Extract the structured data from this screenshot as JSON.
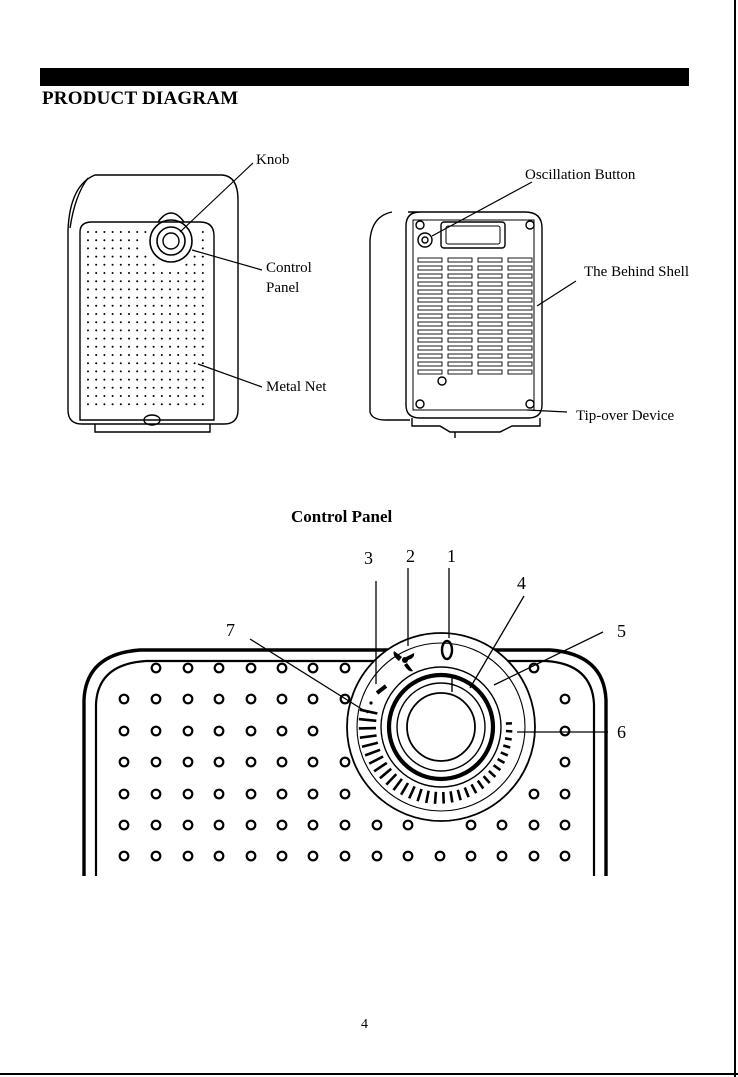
{
  "section_title": "PRODUCT DIAGRAM",
  "front_labels": {
    "knob": "Knob",
    "control_panel_line1": "Control",
    "control_panel_line2": "Panel",
    "metal_net": "Metal Net"
  },
  "back_labels": {
    "oscillation_button": "Oscillation Button",
    "behind_shell": "The Behind Shell",
    "tip_over_device": "Tip-over Device"
  },
  "control_panel": {
    "title": "Control Panel",
    "callouts": [
      "1",
      "2",
      "3",
      "4",
      "5",
      "6",
      "7"
    ]
  },
  "page_number": "4"
}
